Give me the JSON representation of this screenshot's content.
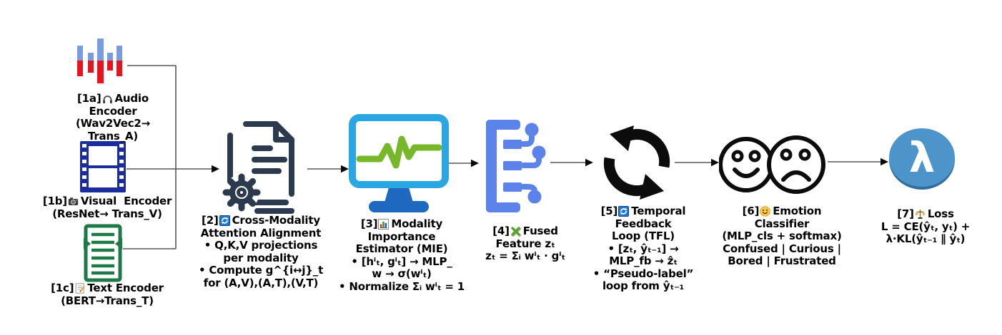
{
  "page": {
    "background": "#ffffff",
    "arrow_color": "#565656"
  },
  "nodes": {
    "audio": {
      "prefix": "[1a]",
      "icon": "headphones-icon",
      "title": "Audio",
      "lines": [
        "Encoder",
        "(Wav2Vec2→",
        "Trans_A)"
      ]
    },
    "visual": {
      "prefix": "[1b]",
      "icon": "camera-icon",
      "title": "Visual  Encoder",
      "lines": [
        "(ResNet→ Trans_V)"
      ]
    },
    "text": {
      "prefix": "[1c]",
      "icon": "memo-icon",
      "title": "Text Encoder",
      "lines": [
        "(BERT→Trans_T)"
      ]
    },
    "align": {
      "prefix": "[2]",
      "icon": "sync-icon",
      "title": "Cross-Modality",
      "lines": [
        "Attention Alignment",
        "• Q,K,V projections",
        "per modality",
        "• Compute g^{i↔j}_t",
        "for (A,V),(A,T),(V,T)"
      ]
    },
    "mie": {
      "prefix": "[3]",
      "icon": "bar-chart-icon",
      "title": "Modality",
      "lines": [
        "Importance",
        "Estimator (MIE)",
        "• [hⁱₜ, gⁱₜ] → MLP_",
        "w → σ(wⁱₜ)",
        "• Normalize Σᵢ wⁱₜ = 1"
      ]
    },
    "fused": {
      "prefix": "[4]",
      "icon": "green-cross-icon",
      "title": "Fused",
      "lines": [
        "Feature zₜ",
        "zₜ = Σᵢ wⁱₜ · gⁱₜ"
      ]
    },
    "tfl": {
      "prefix": "[5]",
      "icon": "sync-icon",
      "title": "Temporal",
      "lines": [
        "Feedback",
        "Loop (TFL)",
        "• [zₜ, ŷₜ₋₁] →",
        "MLP_fb → ẑₜ",
        "• “Pseudo-label”",
        "loop from ŷₜ₋₁"
      ]
    },
    "classifier": {
      "prefix": "[6]",
      "icon": "smiley-icon",
      "title": "Emotion",
      "lines": [
        "Classifier",
        "(MLP_cls + softmax)",
        "Confused | Curious |",
        "Bored | Frustrated"
      ]
    },
    "loss": {
      "prefix": "[7]",
      "icon": "scales-icon",
      "title": "Loss",
      "lines": [
        "L = CE(ŷₜ, yₜ) +",
        "λ·KL(ŷₜ₋₁ ∥ ŷₜ)"
      ]
    }
  },
  "icons": {
    "lambda_glyph": "λ",
    "colors": {
      "waveform_blue": "#7b9be0",
      "waveform_red": "#e8131d",
      "film_navy": "#1a2d9b",
      "text_green": "#1d7a46",
      "align_slate": "#2b3b4d",
      "monitor_frame": "#2aa7e2",
      "monitor_stand": "#1e68c0",
      "pulse_green": "#76b82a",
      "fused_blue": "#5b83ea",
      "loop_black": "#0c0c0c",
      "lambda_blue": "#4d94ca"
    }
  }
}
